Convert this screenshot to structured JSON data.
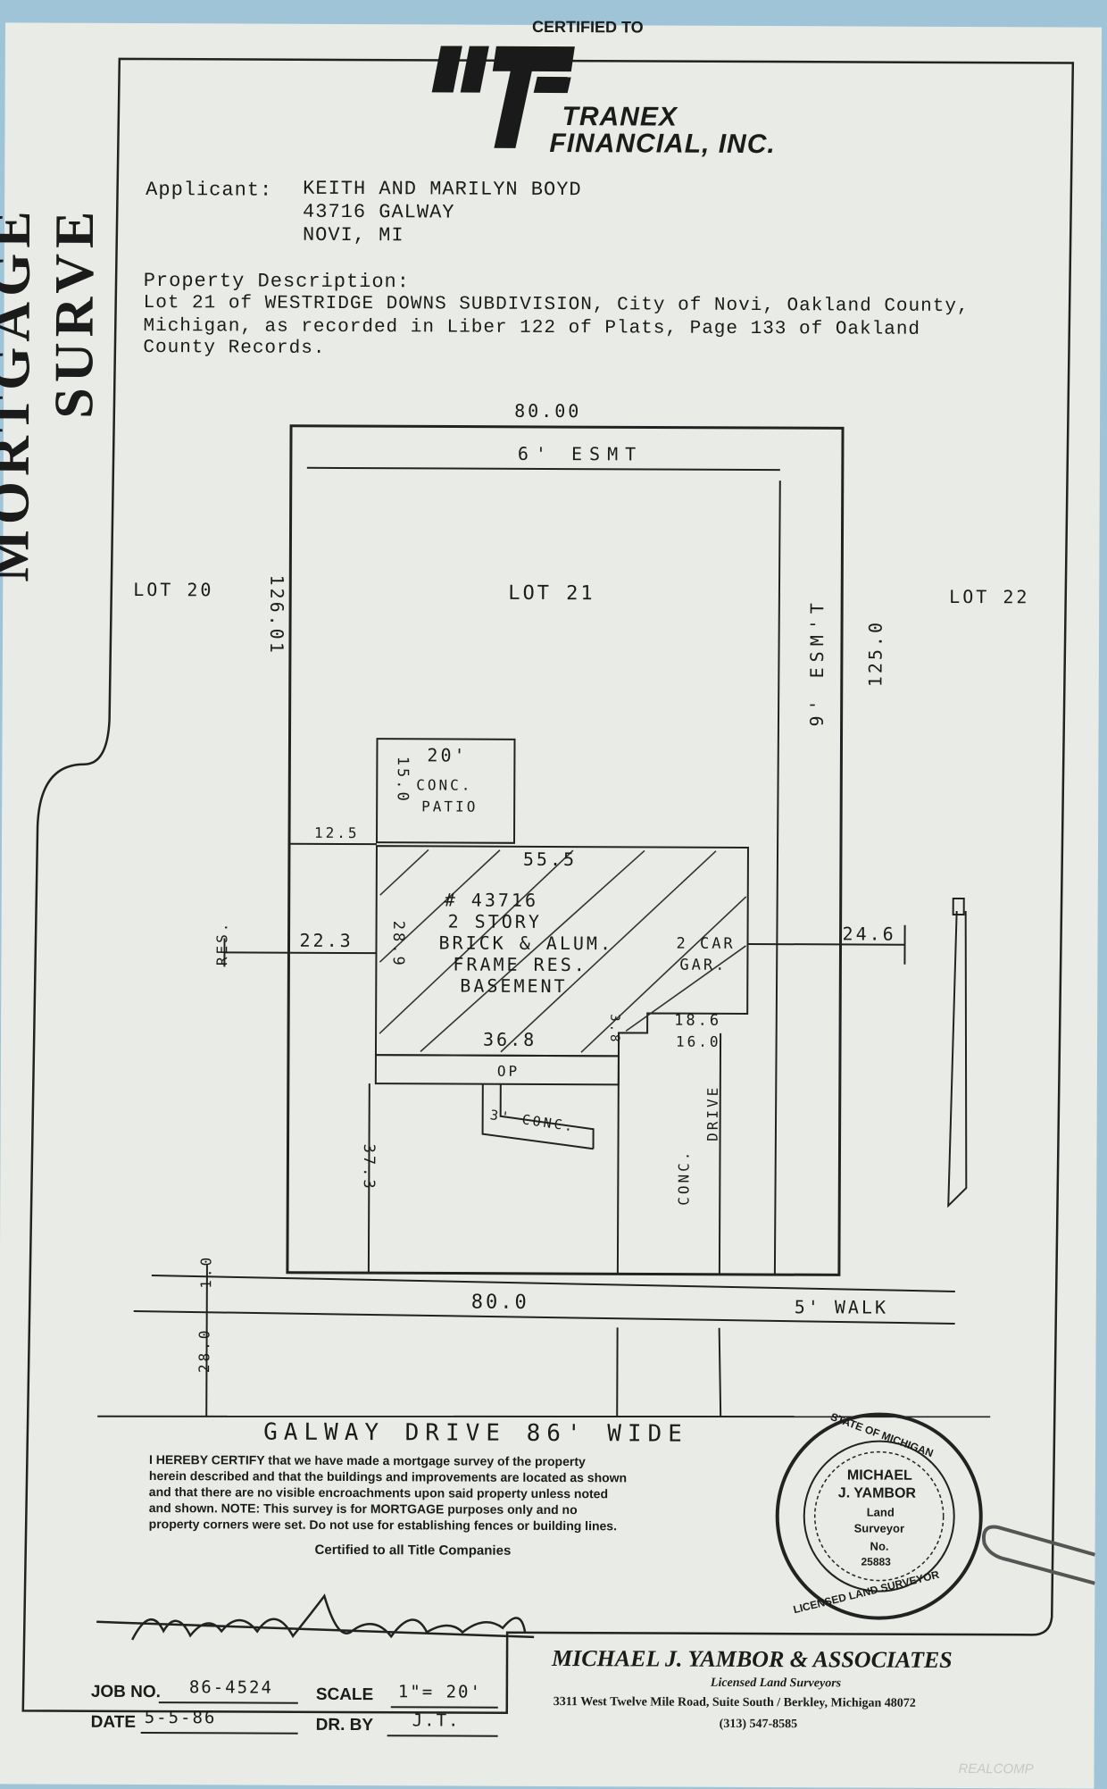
{
  "header": {
    "certified_to": "CERTIFIED TO",
    "company_line1": "TRANEX",
    "company_line2": "FINANCIAL, INC."
  },
  "side_title": "MORTGAGE SURVE",
  "applicant": {
    "label": "Applicant:",
    "name": "KEITH AND MARILYN BOYD",
    "address": "43716 GALWAY",
    "city": "NOVI, MI"
  },
  "property": {
    "label": "Property Description:",
    "line1": "Lot 21 of WESTRIDGE DOWNS SUBDIVISION, City of Novi, Oakland County,",
    "line2": "Michigan, as recorded in Liber 122 of Plats, Page 133 of Oakland",
    "line3": "County Records."
  },
  "plat": {
    "top_dim": "80.00",
    "top_esmt": "6' ESMT",
    "side_esmt": "9' ESM'T",
    "left_lot": "LOT 20",
    "center_lot": "LOT 21",
    "right_lot": "LOT 22",
    "left_dim": "126.01",
    "right_dim": "125.0",
    "patio_w": "20'",
    "patio_h": "15.0",
    "patio_label1": "CONC.",
    "patio_label2": "PATIO",
    "offset_125": "12.5",
    "house_top": "55.5",
    "house_no": "# 43716",
    "house_l1": "2 STORY",
    "house_l2": "BRICK & ALUM.",
    "house_l3": "FRAME RES.",
    "house_l4": "BASEMENT",
    "house_left": "28.9",
    "house_bottom": "36.8",
    "house_step": "3.8",
    "garage_l1": "2 CAR",
    "garage_l2": "GAR.",
    "garage_w": "18.6",
    "garage_right_dim": "16.0",
    "left_setback": "22.3",
    "left_res": "RES.",
    "right_setback": "24.6",
    "porch": "OP",
    "walk": "3' CONC.",
    "drive1": "CONC.",
    "drive2": "DRIVE",
    "front_setback": "37.3",
    "bottom_dim": "80.0",
    "sidewalk": "5' WALK",
    "row_1": "1.0",
    "row_28": "28.0",
    "road": "GALWAY  DRIVE  86' WIDE"
  },
  "certification": {
    "l1": "I HEREBY CERTIFY that we have made a mortgage survey of the property",
    "l2": "herein described and that the buildings and improvements are located as shown",
    "l3": "and that there are no visible encroachments upon said property unless noted",
    "l4": "and shown. NOTE: This survey is for MORTGAGE purposes only and no",
    "l5": "property corners were set. Do not use for establishing fences or building lines.",
    "all_title": "Certified to all Title Companies"
  },
  "seal": {
    "ring_top": "STATE OF MICHIGAN",
    "ring_bottom": "LICENSED LAND SURVEYOR",
    "name1": "MICHAEL",
    "name2": "J. YAMBOR",
    "role1": "Land",
    "role2": "Surveyor",
    "no_label": "No.",
    "no_value": "25883"
  },
  "signature": "Michael J. Yambor",
  "job": {
    "job_label": "JOB NO.",
    "job_value": "86-4524",
    "scale_label": "SCALE",
    "scale_value": "1\"= 20'",
    "date_label": "DATE",
    "date_value": "5-5-86",
    "drby_label": "DR. BY",
    "drby_value": "J.T."
  },
  "firm": {
    "name": "MICHAEL J. YAMBOR & ASSOCIATES",
    "sub": "Licensed Land Surveyors",
    "addr": "3311 West Twelve Mile Road, Suite South / Berkley, Michigan 48072",
    "phone": "(313) 547-8585"
  },
  "watermark": "REALCOMP"
}
